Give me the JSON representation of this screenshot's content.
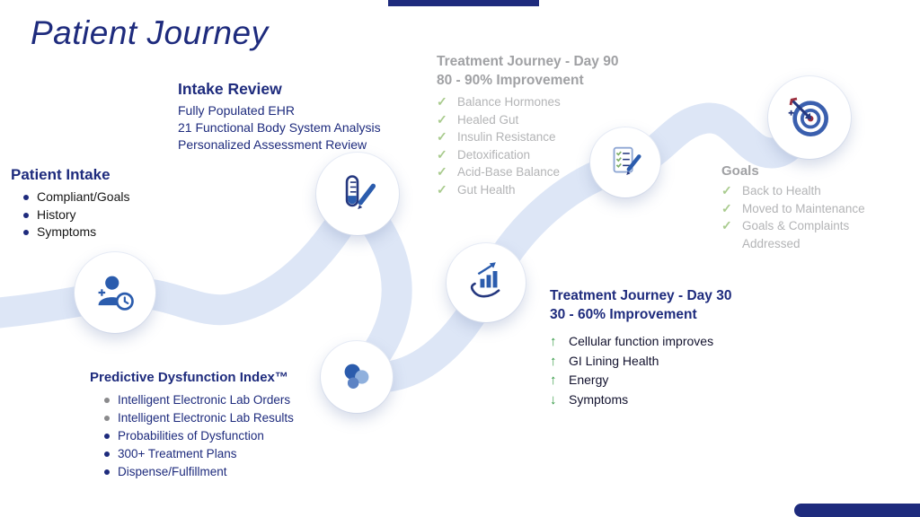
{
  "title": "Patient Journey",
  "glyphs": {
    "check": "✓"
  },
  "colors": {
    "navy": "#1e2b7d",
    "gray_text": "#a0a1a4",
    "gray_item": "#b3b4b6",
    "green_check": "#a9cb8e",
    "green_arrow": "#2f9640",
    "ribbon": "#dde6f6",
    "icon_blue": "#2b5cad"
  },
  "nodes": [
    {
      "icon": "patient-icon"
    },
    {
      "icon": "test-tube-pencil-icon"
    },
    {
      "icon": "molecules-icon"
    },
    {
      "icon": "hand-growth-chart-icon"
    },
    {
      "icon": "checklist-pencil-icon"
    },
    {
      "icon": "target-dart-icon"
    }
  ],
  "sections": {
    "patient_intake": {
      "heading": "Patient Intake",
      "items": [
        "Compliant/Goals",
        "History",
        "Symptoms"
      ]
    },
    "intake_review": {
      "heading": "Intake Review",
      "lines": [
        "Fully Populated EHR",
        "21 Functional Body System Analysis",
        "Personalized Assessment Review"
      ]
    },
    "pdi": {
      "heading": "Predictive Dysfunction Index™",
      "items": [
        "Intelligent Electronic Lab Orders",
        "Intelligent Electronic Lab Results",
        "Probabilities of Dysfunction",
        "300+ Treatment Plans",
        "Dispense/Fulfillment"
      ]
    },
    "day90": {
      "heading": "Treatment Journey - Day 90",
      "subheading": "80 - 90% Improvement",
      "items": [
        "Balance Hormones",
        "Healed Gut",
        "Insulin Resistance",
        "Detoxification",
        "Acid-Base Balance",
        "Gut Health"
      ]
    },
    "goals": {
      "heading": "Goals",
      "items": [
        "Back to Health",
        "Moved to Maintenance",
        "Goals & Complaints Addressed"
      ]
    },
    "day30": {
      "heading": "Treatment Journey - Day 30",
      "subheading": "30 - 60% Improvement",
      "items": [
        {
          "glyph": "↑",
          "text": "Cellular function improves"
        },
        {
          "glyph": "↑",
          "text": "GI Lining Health"
        },
        {
          "glyph": "↑",
          "text": "Energy"
        },
        {
          "glyph": "↓",
          "text": "Symptoms"
        }
      ]
    }
  }
}
